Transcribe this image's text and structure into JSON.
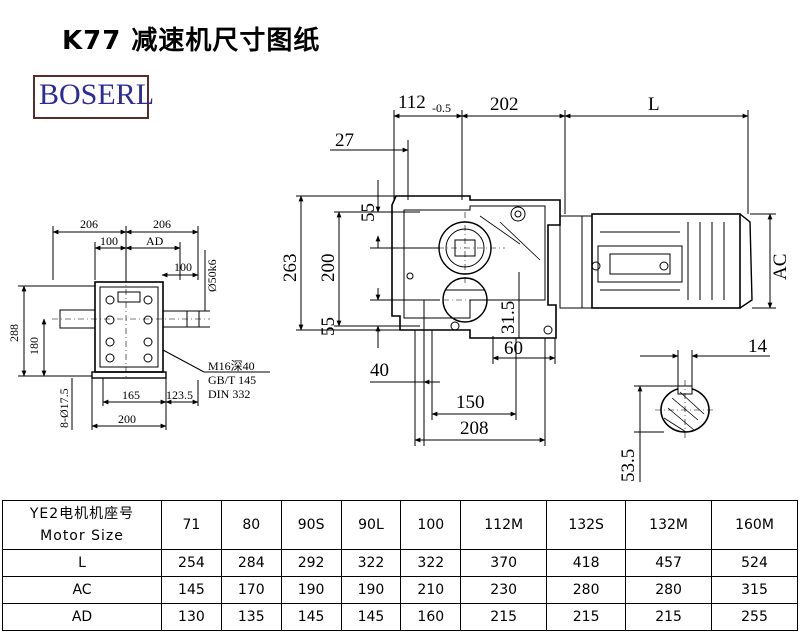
{
  "title": "K77 减速机尺寸图纸",
  "logo": "BOSERL",
  "drawing": {
    "front_view": {
      "width_left": "206",
      "width_right": "206",
      "half_left": "100",
      "ad": "AD",
      "shaft_offset": "100",
      "shaft_dia": "Ø50k6",
      "height_total": "288",
      "height_center": "180",
      "holes": "8-Ø17.5",
      "base_span": "165",
      "base_offset": "123.5",
      "base_width": "200",
      "thread_line1": "M16深40",
      "thread_line2": "GB/T 145",
      "thread_line3": "DIN 332"
    },
    "side_view": {
      "dim_112": "112",
      "dim_112_tol": "-0.5",
      "dim_202": "202",
      "dim_L": "L",
      "dim_27": "27",
      "dim_55_top": "55",
      "dim_263": "263",
      "dim_200": "200",
      "dim_55_bottom": "55",
      "dim_40": "40",
      "dim_31_5": "31.5",
      "dim_60": "60",
      "dim_150": "150",
      "dim_208": "208",
      "dim_AC": "AC"
    },
    "shaft_section": {
      "dim_14": "14",
      "dim_53_5": "53.5"
    }
  },
  "table": {
    "header_label_line1": "YE2电机机座号",
    "header_label_line2": "Motor Size",
    "columns": [
      "71",
      "80",
      "90S",
      "90L",
      "100",
      "112M",
      "132S",
      "132M",
      "160M"
    ],
    "rows": [
      {
        "label": "L",
        "values": [
          "254",
          "284",
          "292",
          "322",
          "322",
          "370",
          "418",
          "457",
          "524"
        ]
      },
      {
        "label": "AC",
        "values": [
          "145",
          "170",
          "190",
          "190",
          "210",
          "230",
          "280",
          "280",
          "315"
        ]
      },
      {
        "label": "AD",
        "values": [
          "130",
          "135",
          "145",
          "145",
          "160",
          "215",
          "215",
          "215",
          "255"
        ]
      }
    ]
  }
}
